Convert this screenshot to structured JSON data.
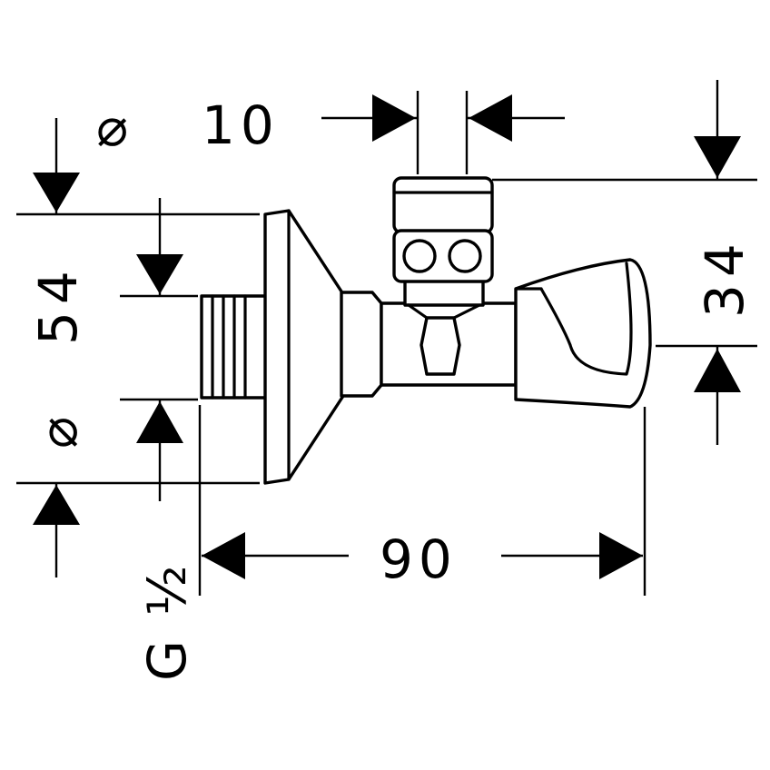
{
  "dimensions": {
    "bore_diameter": {
      "symbol": "⌀",
      "value": "10"
    },
    "flange_diameter": {
      "symbol": "⌀",
      "value": "54"
    },
    "depth": {
      "value": "90"
    },
    "height": {
      "value": "34"
    },
    "thread": {
      "value": "G ½"
    }
  }
}
